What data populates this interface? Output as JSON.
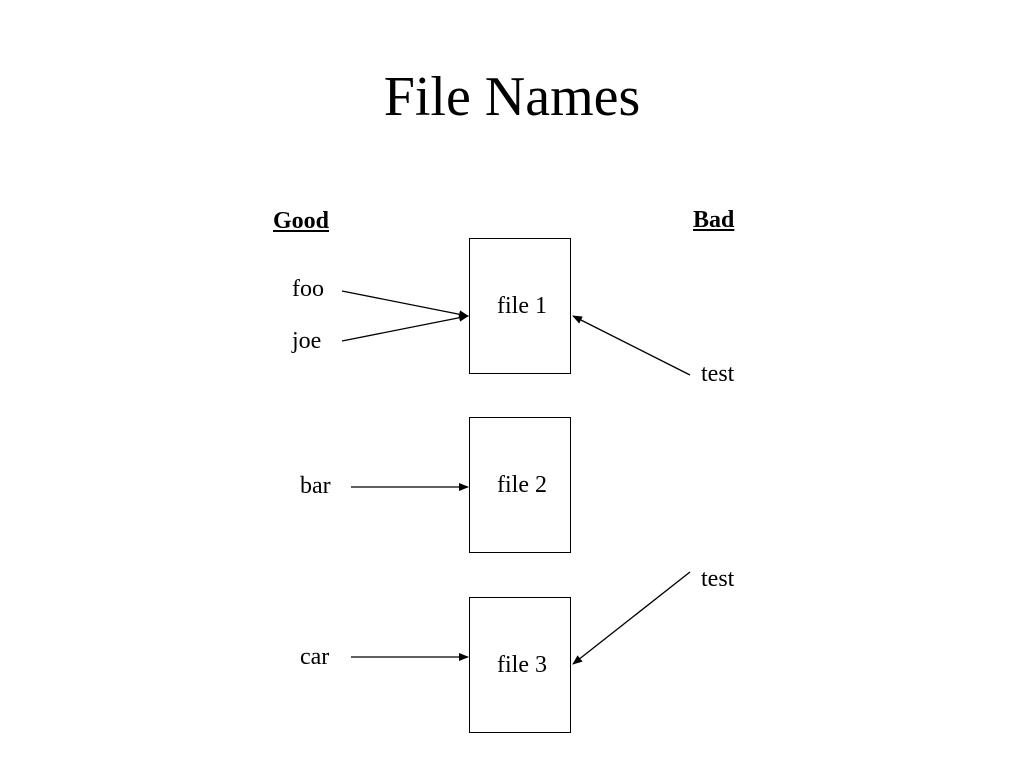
{
  "slide": {
    "title": "File Names",
    "good_heading": "Good",
    "bad_heading": "Bad",
    "files": [
      {
        "label": "file 1"
      },
      {
        "label": "file 2"
      },
      {
        "label": "file 3"
      }
    ],
    "good_names": [
      "foo",
      "joe",
      "bar",
      "car"
    ],
    "bad_names": [
      "test",
      "test"
    ]
  }
}
